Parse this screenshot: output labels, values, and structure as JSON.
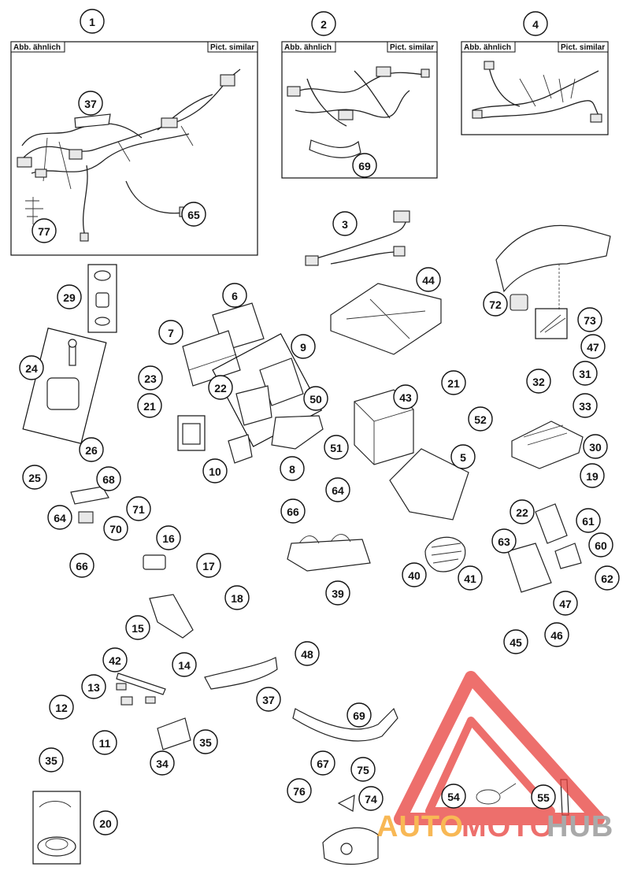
{
  "frame_labels": {
    "left": "Abb. ähnlich",
    "right": "Pict. similar"
  },
  "watermark": {
    "auto": "AUTO",
    "moto": "MOTO",
    "hub": "HUB",
    "colors": {
      "red": "#e8403c",
      "orange": "#f6a11d",
      "gray": "#8d8d8d"
    }
  },
  "callouts": {
    "c1": "1",
    "c2": "2",
    "c4": "4",
    "c3": "3",
    "c37a": "37",
    "c65": "65",
    "c77": "77",
    "c69a": "69",
    "c29": "29",
    "c6": "6",
    "c7": "7",
    "c9": "9",
    "c44": "44",
    "c72": "72",
    "c73": "73",
    "c47a": "47",
    "c24": "24",
    "c23": "23",
    "c21a": "21",
    "c22a": "22",
    "c50": "50",
    "c43": "43",
    "c21b": "21",
    "c52": "52",
    "c31": "31",
    "c32": "32",
    "c33": "33",
    "c26": "26",
    "c25": "25",
    "c10": "10",
    "c8": "8",
    "c51": "51",
    "c5": "5",
    "c30": "30",
    "c19": "19",
    "c68": "68",
    "c71": "71",
    "c64a": "64",
    "c70": "70",
    "c66a": "66",
    "c64b": "64",
    "c66b": "66",
    "c22b": "22",
    "c61": "61",
    "c63": "63",
    "c60": "60",
    "c16": "16",
    "c17": "17",
    "c40": "40",
    "c41": "41",
    "c62": "62",
    "c39": "39",
    "c18": "18",
    "c47b": "47",
    "c15": "15",
    "c45": "45",
    "c46": "46",
    "c42": "42",
    "c14": "14",
    "c48": "48",
    "c13": "13",
    "c37b": "37",
    "c12": "12",
    "c69b": "69",
    "c11": "11",
    "c35a": "35",
    "c34": "34",
    "c35b": "35",
    "c67": "67",
    "c75": "75",
    "c76": "76",
    "c74": "74",
    "c54": "54",
    "c55": "55",
    "c20": "20"
  }
}
